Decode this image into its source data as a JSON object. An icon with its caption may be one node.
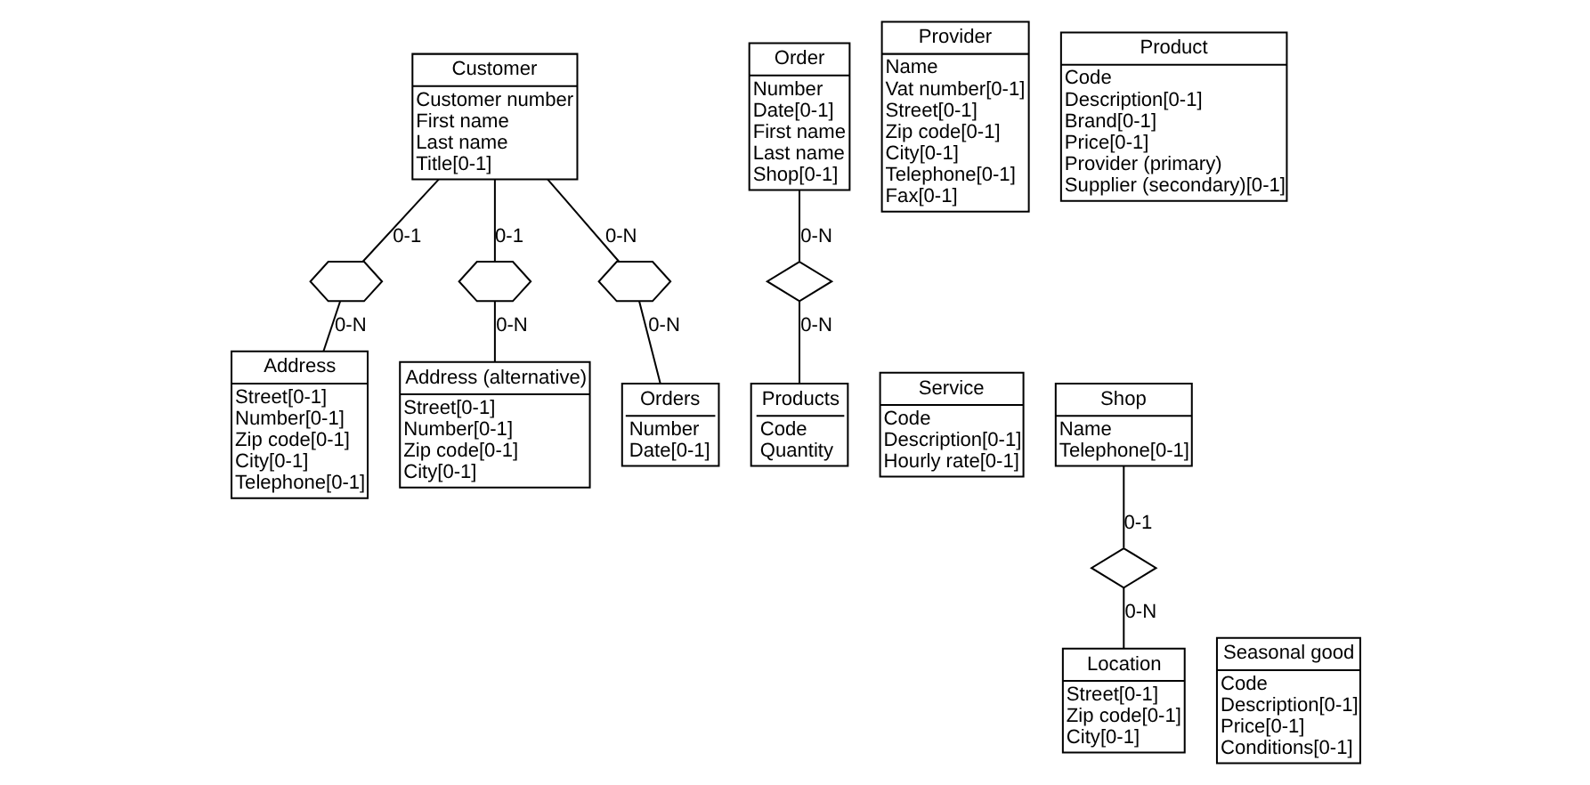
{
  "diagram": {
    "nodes": [
      {
        "text": [
          "Customer",
          "Customer number",
          "First name",
          "Last name",
          "Title[0-1]"
        ]
      },
      {
        "text": [
          "Order",
          "Number",
          "Date[0-1]",
          "First name",
          "Last name",
          "Shop[0-1]"
        ]
      },
      {
        "text": [
          "Provider",
          "Name",
          "Vat number[0-1]",
          "Street[0-1]",
          "Zip code[0-1]",
          "City[0-1]",
          "Telephone[0-1]",
          "Fax[0-1]"
        ]
      },
      {
        "text": [
          "Product",
          "Code",
          "Description[0-1]",
          "Brand[0-1]",
          "Price[0-1]",
          "Provider (primary)",
          "Supplier (secondary)[0-1]"
        ]
      },
      {
        "text": [],
        "shape": "hexagon"
      },
      {
        "text": [],
        "shape": "hexagon"
      },
      {
        "text": [],
        "shape": "hexagon"
      },
      {
        "text": [],
        "shape": "diamond"
      },
      {
        "text": [
          "Address",
          "Street[0-1]",
          "Number[0-1]",
          "Zip code[0-1]",
          "City[0-1]",
          "Telephone[0-1]"
        ]
      },
      {
        "text": [
          "Address (alternative)",
          "Street[0-1]",
          "Number[0-1]",
          "Zip code[0-1]",
          "City[0-1]"
        ]
      },
      {
        "text": [
          "Orders",
          "Number",
          "Date[0-1]"
        ]
      },
      {
        "text": [
          "Products",
          "Code",
          "Quantity"
        ]
      },
      {
        "text": [
          "Service",
          "Code",
          "Description[0-1]",
          "Hourly rate[0-1]"
        ]
      },
      {
        "text": [
          "Shop",
          "Name",
          "Telephone[0-1]"
        ]
      },
      {
        "text": [],
        "shape": "diamond"
      },
      {
        "text": [
          "Seasonal good",
          "Code",
          "Description[0-1]",
          "Price[0-1]",
          "Conditions[0-1]"
        ]
      },
      {
        "text": [
          "Location",
          "Street[0-1]",
          "Zip code[0-1]",
          "City[0-1]"
        ]
      }
    ],
    "edges": [
      {
        "from": 0,
        "to": 4,
        "arrow": "none",
        "label": "0-1"
      },
      {
        "from": 4,
        "to": 8,
        "arrow": "none",
        "label": "0-N"
      },
      {
        "from": 0,
        "to": 5,
        "arrow": "none",
        "label": "0-1"
      },
      {
        "from": 5,
        "to": 9,
        "arrow": "none",
        "label": "0-N"
      },
      {
        "from": 0,
        "to": 6,
        "arrow": "none",
        "label": "0-N"
      },
      {
        "from": 6,
        "to": 10,
        "arrow": "none",
        "label": "0-N"
      },
      {
        "from": 1,
        "to": 7,
        "arrow": "none",
        "label": "0-N"
      },
      {
        "from": 7,
        "to": 11,
        "arrow": "none",
        "label": "0-N"
      },
      {
        "from": 13,
        "to": 14,
        "arrow": "none",
        "label": "0-1"
      },
      {
        "from": 14,
        "to": 16,
        "arrow": "none",
        "label": "0-N"
      }
    ]
  }
}
